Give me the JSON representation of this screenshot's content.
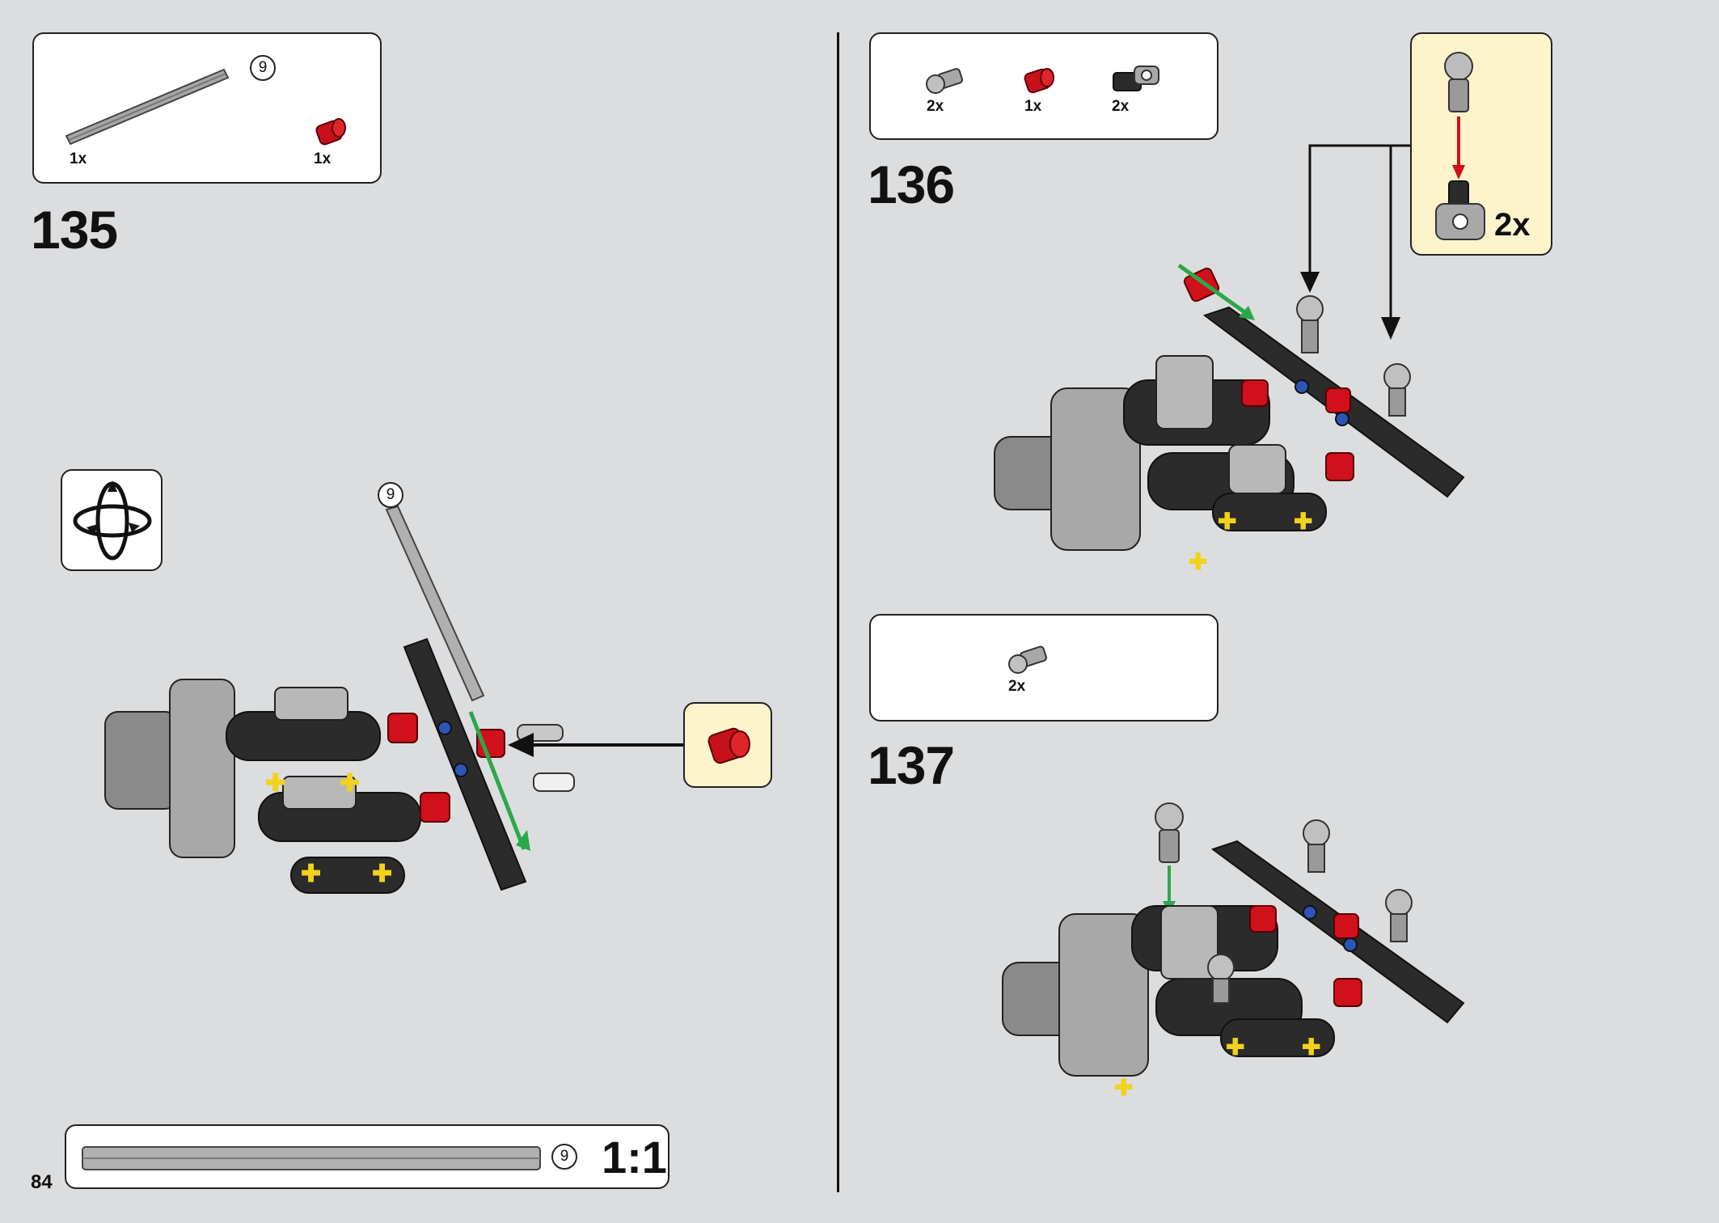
{
  "page": {
    "number": "84",
    "divider_color": "#111111"
  },
  "step135": {
    "number": "135",
    "parts": [
      {
        "icon": "axle-9-icon",
        "qty": "1x",
        "size_label": "9"
      },
      {
        "icon": "red-bush-icon",
        "qty": "1x"
      }
    ],
    "model_axle_size_label": "9",
    "rotate_icon": "rotate-model-icon"
  },
  "step136": {
    "number": "136",
    "parts": [
      {
        "icon": "ball-pin-icon",
        "qty": "2x"
      },
      {
        "icon": "red-bush-icon",
        "qty": "1x"
      },
      {
        "icon": "ball-socket-connector-icon",
        "qty": "2x"
      }
    ],
    "callout_qty": "2x"
  },
  "step137": {
    "number": "137",
    "parts": [
      {
        "icon": "ball-pin-icon",
        "qty": "2x"
      }
    ]
  },
  "scale_bar": {
    "size_label": "9",
    "ratio": "1:1"
  },
  "colors": {
    "background": "#dcdddf",
    "callout": "#fdf4cc",
    "brick_red": "#d0101a",
    "brick_dark": "#2b2b2b",
    "brick_light_gray": "#a8a8a8",
    "arrow_green": "#2aa84a",
    "arrow_red": "#d0101a"
  }
}
